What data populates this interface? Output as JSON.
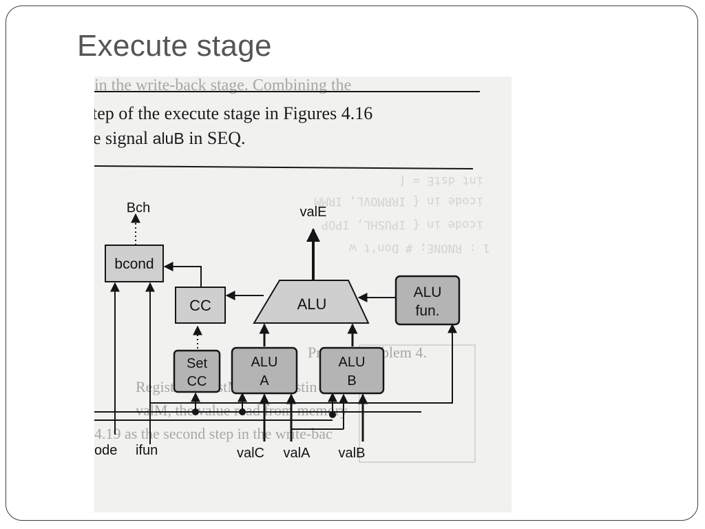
{
  "slide": {
    "title": "Execute stage"
  },
  "scan": {
    "line1": "tep of the execute stage in Figures 4.16",
    "line2_prefix": "e signal ",
    "line2_signal": "aluB",
    "line2_suffix": " in SEQ.",
    "bleed_top": "in the write-back stage. Combining the",
    "bleed_code1": "int dstE = [",
    "bleed_code2": "icode in { IRRMOVL, IRMM",
    "bleed_code3": "icode in { IPUSHL, IPOP",
    "bleed_code4": "1 : RNONE;  # Don't w",
    "bleed_heading": "Practice Problem 4.",
    "bleed_body1": "Register ID dstM is the destin",
    "bleed_body2": "valM, the value read from memory",
    "bleed_body3": "4.19 as the second step in the write-bac"
  },
  "diagram": {
    "blocks": {
      "bcond": "bcond",
      "cc": "CC",
      "alu": "ALU",
      "alufun_line1": "ALU",
      "alufun_line2": "fun.",
      "setcc_line1": "Set",
      "setcc_line2": "CC",
      "alua_line1": "ALU",
      "alua_line2": "A",
      "alub_line1": "ALU",
      "alub_line2": "B"
    },
    "signals": {
      "bch": "Bch",
      "vale": "valE",
      "icode": "ode",
      "ifun": "ifun",
      "valc": "valC",
      "vala": "valA",
      "valb": "valB"
    }
  },
  "colors": {
    "photo_background": "#f1f1ef",
    "block_fill": "#cfcfcf",
    "block_dark_fill": "#b4b4b4",
    "ink": "#151515"
  }
}
